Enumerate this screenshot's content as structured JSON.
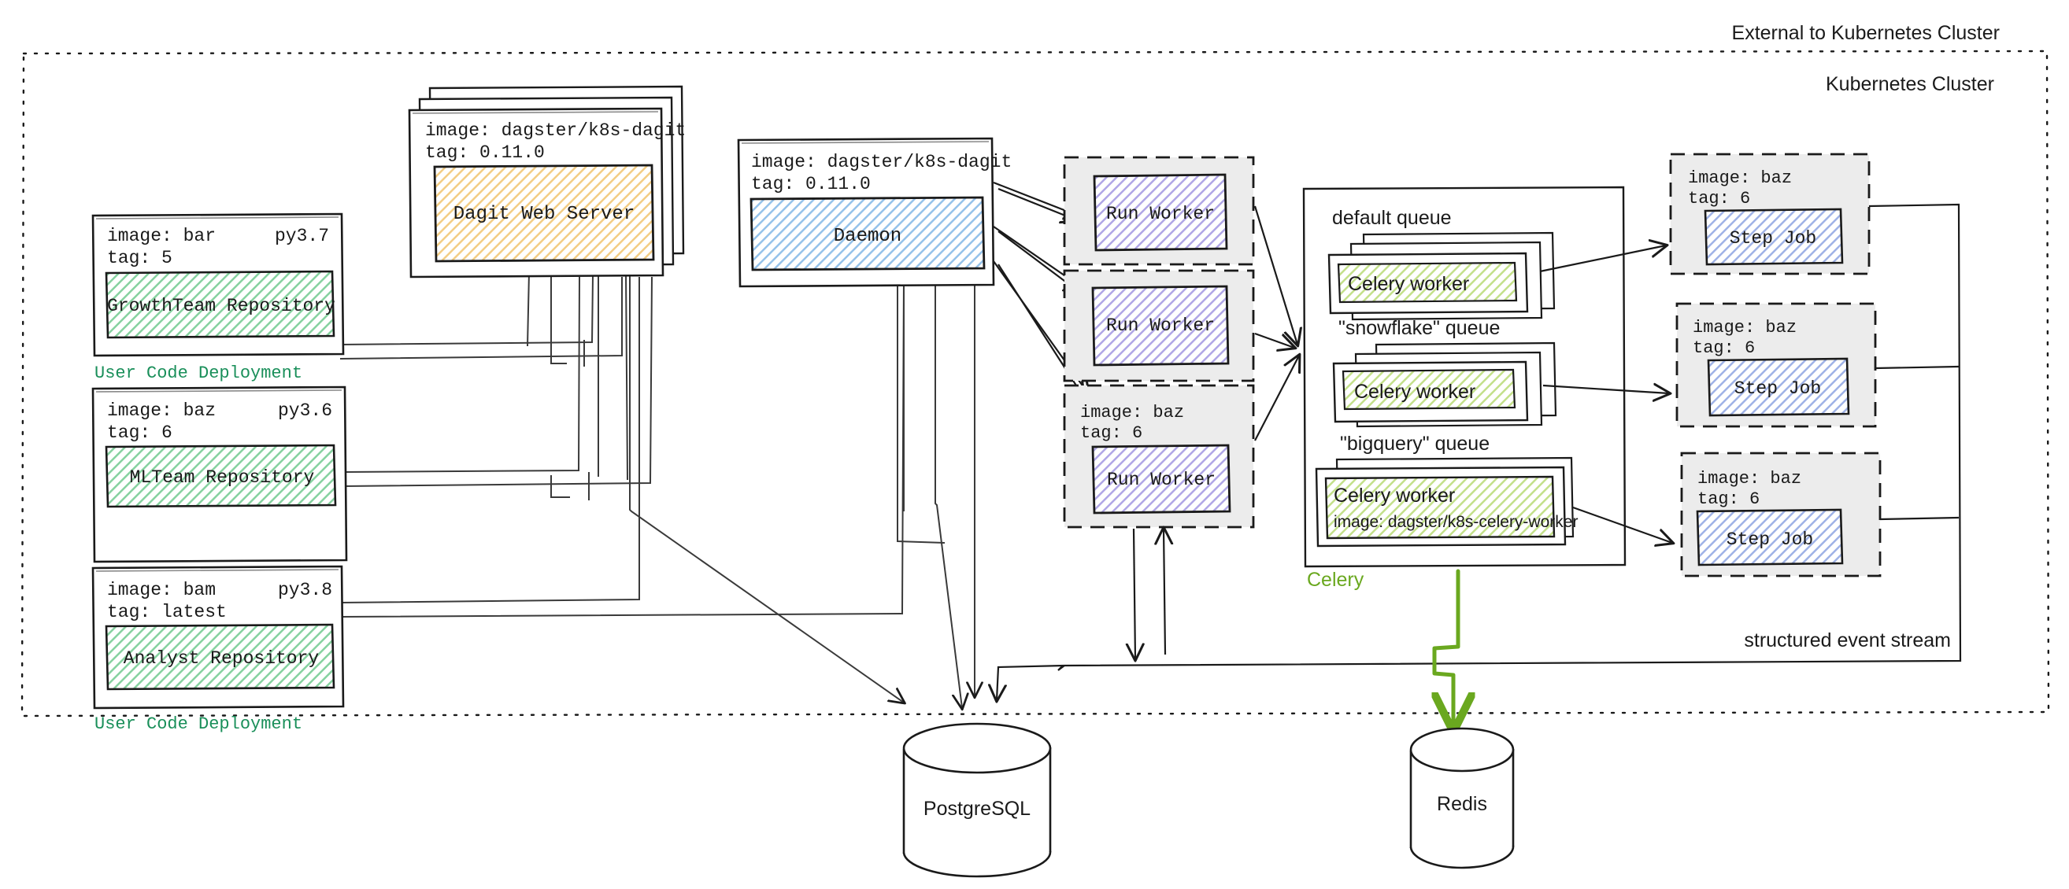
{
  "boundaries": {
    "external_label": "External to Kubernetes Cluster",
    "cluster_label": "Kubernetes Cluster",
    "event_stream_label": "structured event stream"
  },
  "colors": {
    "green": "#4aa96c",
    "green_fill": "#d5ecd5",
    "green_label": "#1a8f5a",
    "celery_green": "#6aa81f",
    "celery_fill": "#ddeeb9",
    "yellow": "#e8b33c",
    "yellow_fill": "#fae6bb",
    "blue": "#5b9bd5",
    "blue_fill": "#cfe2f3",
    "stepjob_blue": "#6a86d8",
    "stepjob_fill": "#bac7ea",
    "purple": "#8878d8",
    "purple_fill": "#c9c2ed",
    "gray_fill": "#ececec",
    "stroke": "#1a1a1a"
  },
  "user_code_deployments": [
    {
      "image": "image: bar",
      "tag": "tag: 5",
      "py": "py3.7",
      "repository": "GrowthTeam Repository",
      "deployment_label": "User Code Deployment"
    },
    {
      "image": "image: baz",
      "tag": "tag: 6",
      "py": "py3.6",
      "repository": "MLTeam Repository",
      "deployment_label": "User Code Deployment"
    },
    {
      "image": "image: bam",
      "tag": "tag: latest",
      "py": "py3.8",
      "repository": "Analyst Repository",
      "deployment_label": "User Code Deployment"
    }
  ],
  "dagit": {
    "image": "image: dagster/k8s-dagit",
    "tag": "tag: 0.11.0",
    "title": "Dagit Web Server",
    "stack_count": 3
  },
  "daemon": {
    "image": "image: dagster/k8s-dagit",
    "tag": "tag: 0.11.0",
    "title": "Daemon"
  },
  "run_workers": [
    {
      "title": "Run Worker",
      "image": "",
      "tag": ""
    },
    {
      "title": "Run Worker",
      "image": "",
      "tag": ""
    },
    {
      "title": "Run Worker",
      "image": "image: baz",
      "tag": "tag: 6"
    }
  ],
  "celery": {
    "label": "Celery",
    "queues": [
      {
        "name": "default queue",
        "worker": "Celery worker",
        "worker_image": "",
        "stack_count": 3
      },
      {
        "name": "\"snowflake\" queue",
        "worker": "Celery worker",
        "worker_image": "",
        "stack_count": 3
      },
      {
        "name": "\"bigquery\" queue",
        "worker": "Celery worker",
        "worker_image": "image: dagster/k8s-celery-worker",
        "stack_count": 2
      }
    ]
  },
  "step_jobs": [
    {
      "image": "image: baz",
      "tag": "tag: 6",
      "title": "Step Job"
    },
    {
      "image": "image: baz",
      "tag": "tag: 6",
      "title": "Step Job"
    },
    {
      "image": "image: baz",
      "tag": "tag: 6",
      "title": "Step Job"
    }
  ],
  "databases": [
    {
      "name": "PostgreSQL"
    },
    {
      "name": "Redis"
    }
  ]
}
